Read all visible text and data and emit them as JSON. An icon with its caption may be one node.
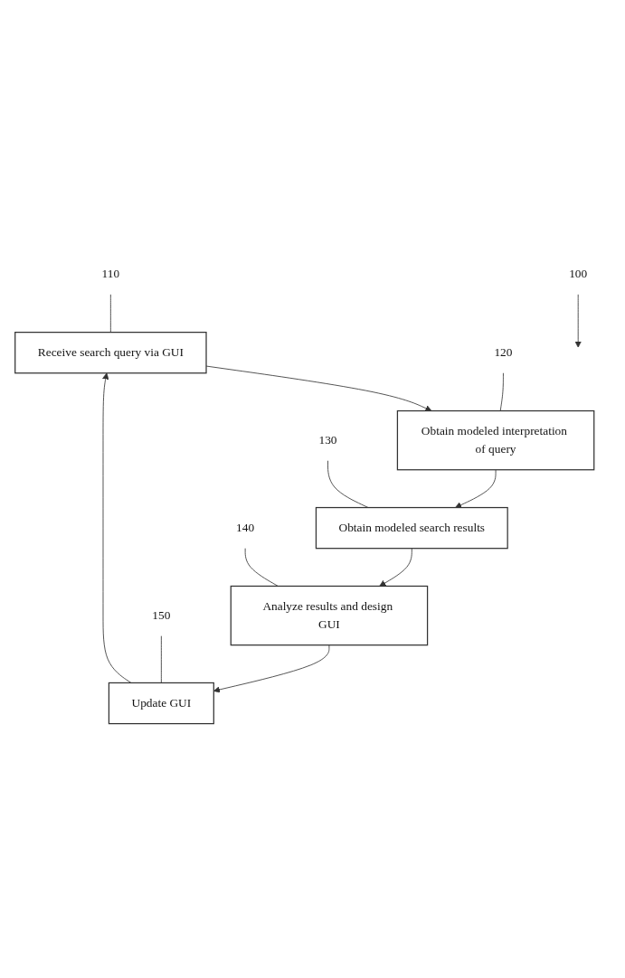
{
  "diagram": {
    "nodes": [
      {
        "text": [
          "100"
        ]
      },
      {
        "text": [
          "110"
        ]
      },
      {
        "text": [
          "Receive search query via GUI"
        ]
      },
      {
        "text": [
          "120"
        ]
      },
      {
        "text": [
          "Obtain modeled interpretation of query"
        ]
      },
      {
        "text": [
          "130"
        ]
      },
      {
        "text": [
          "Obtain modeled search results"
        ]
      },
      {
        "text": [
          "140"
        ]
      },
      {
        "text": [
          "Analyze results and design GUI"
        ]
      },
      {
        "text": [
          "150"
        ]
      },
      {
        "text": [
          "Update GUI"
        ]
      }
    ],
    "edges": [
      {
        "from": 0,
        "to": null,
        "arrow": "to"
      },
      {
        "from": 1,
        "to": 2,
        "arrow": "none"
      },
      {
        "from": 2,
        "to": 4,
        "arrow": "to"
      },
      {
        "from": 3,
        "to": 4,
        "arrow": "none"
      },
      {
        "from": 4,
        "to": 6,
        "arrow": "to"
      },
      {
        "from": 5,
        "to": 6,
        "arrow": "none"
      },
      {
        "from": 6,
        "to": 8,
        "arrow": "to"
      },
      {
        "from": 7,
        "to": 8,
        "arrow": "none"
      },
      {
        "from": 8,
        "to": 10,
        "arrow": "to"
      },
      {
        "from": 9,
        "to": 10,
        "arrow": "none"
      },
      {
        "from": 10,
        "to": 2,
        "arrow": "to"
      }
    ]
  }
}
